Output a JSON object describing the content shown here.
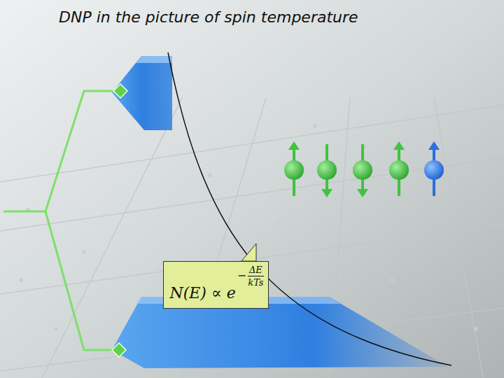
{
  "diagram": {
    "title": "DNP in the picture of spin temperature",
    "nodes": [
      {
        "text": [
          "N(E) ∝ e",
          "−",
          "ΔE",
          "kTs"
        ]
      }
    ]
  }
}
